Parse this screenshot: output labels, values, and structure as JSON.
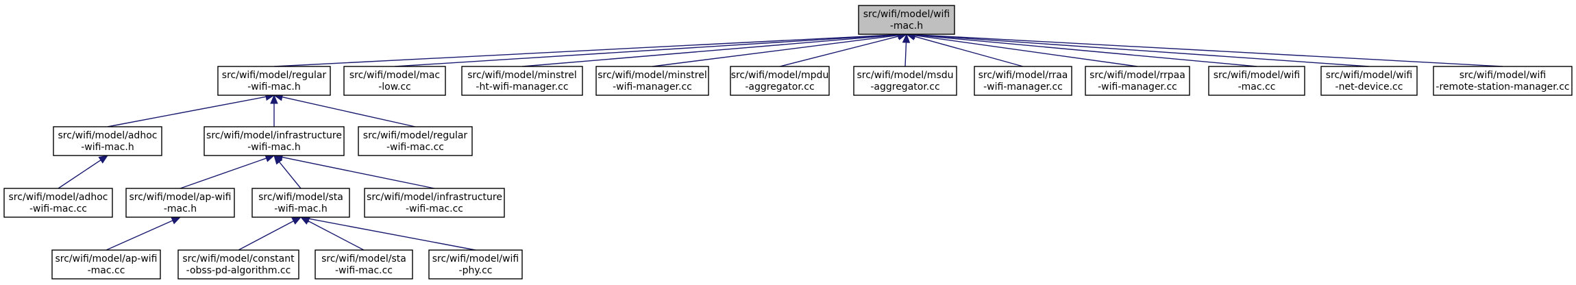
{
  "colors": {
    "edge": "#191970",
    "root_fill": "#bfbfbf",
    "node_fill": "#ffffff",
    "border": "#000000"
  },
  "nodes": [
    {
      "id": "wifi-mac-h",
      "lines": [
        "src/wifi/model/wifi",
        "-mac.h"
      ],
      "root": true
    },
    {
      "id": "regular-wifi-mac-h",
      "lines": [
        "src/wifi/model/regular",
        "-wifi-mac.h"
      ]
    },
    {
      "id": "mac-low-cc",
      "lines": [
        "src/wifi/model/mac",
        "-low.cc"
      ]
    },
    {
      "id": "minstrel-ht-wifi-manager-cc",
      "lines": [
        "src/wifi/model/minstrel",
        "-ht-wifi-manager.cc"
      ]
    },
    {
      "id": "minstrel-wifi-manager-cc",
      "lines": [
        "src/wifi/model/minstrel",
        "-wifi-manager.cc"
      ]
    },
    {
      "id": "mpdu-aggregator-cc",
      "lines": [
        "src/wifi/model/mpdu",
        "-aggregator.cc"
      ]
    },
    {
      "id": "msdu-aggregator-cc",
      "lines": [
        "src/wifi/model/msdu",
        "-aggregator.cc"
      ]
    },
    {
      "id": "rraa-wifi-manager-cc",
      "lines": [
        "src/wifi/model/rraa",
        "-wifi-manager.cc"
      ]
    },
    {
      "id": "rrpaa-wifi-manager-cc",
      "lines": [
        "src/wifi/model/rrpaa",
        "-wifi-manager.cc"
      ]
    },
    {
      "id": "wifi-mac-cc",
      "lines": [
        "src/wifi/model/wifi",
        "-mac.cc"
      ]
    },
    {
      "id": "wifi-net-device-cc",
      "lines": [
        "src/wifi/model/wifi",
        "-net-device.cc"
      ]
    },
    {
      "id": "wifi-remote-station-manager-cc",
      "lines": [
        "src/wifi/model/wifi",
        "-remote-station-manager.cc"
      ]
    },
    {
      "id": "adhoc-wifi-mac-h",
      "lines": [
        "src/wifi/model/adhoc",
        "-wifi-mac.h"
      ]
    },
    {
      "id": "infrastructure-wifi-mac-h",
      "lines": [
        "src/wifi/model/infrastructure",
        "-wifi-mac.h"
      ]
    },
    {
      "id": "regular-wifi-mac-cc",
      "lines": [
        "src/wifi/model/regular",
        "-wifi-mac.cc"
      ]
    },
    {
      "id": "adhoc-wifi-mac-cc",
      "lines": [
        "src/wifi/model/adhoc",
        "-wifi-mac.cc"
      ]
    },
    {
      "id": "ap-wifi-mac-h",
      "lines": [
        "src/wifi/model/ap-wifi",
        "-mac.h"
      ]
    },
    {
      "id": "sta-wifi-mac-h",
      "lines": [
        "src/wifi/model/sta",
        "-wifi-mac.h"
      ]
    },
    {
      "id": "infrastructure-wifi-mac-cc",
      "lines": [
        "src/wifi/model/infrastructure",
        "-wifi-mac.cc"
      ]
    },
    {
      "id": "ap-wifi-mac-cc",
      "lines": [
        "src/wifi/model/ap-wifi",
        "-mac.cc"
      ]
    },
    {
      "id": "constant-obss-pd-algorithm-cc",
      "lines": [
        "src/wifi/model/constant",
        "-obss-pd-algorithm.cc"
      ]
    },
    {
      "id": "sta-wifi-mac-cc",
      "lines": [
        "src/wifi/model/sta",
        "-wifi-mac.cc"
      ]
    },
    {
      "id": "wifi-phy-cc",
      "lines": [
        "src/wifi/model/wifi",
        "-phy.cc"
      ]
    }
  ],
  "edges": [
    {
      "from": "regular-wifi-mac-h",
      "to": "wifi-mac-h"
    },
    {
      "from": "mac-low-cc",
      "to": "wifi-mac-h"
    },
    {
      "from": "minstrel-ht-wifi-manager-cc",
      "to": "wifi-mac-h"
    },
    {
      "from": "minstrel-wifi-manager-cc",
      "to": "wifi-mac-h"
    },
    {
      "from": "mpdu-aggregator-cc",
      "to": "wifi-mac-h"
    },
    {
      "from": "msdu-aggregator-cc",
      "to": "wifi-mac-h"
    },
    {
      "from": "rraa-wifi-manager-cc",
      "to": "wifi-mac-h"
    },
    {
      "from": "rrpaa-wifi-manager-cc",
      "to": "wifi-mac-h"
    },
    {
      "from": "wifi-mac-cc",
      "to": "wifi-mac-h"
    },
    {
      "from": "wifi-net-device-cc",
      "to": "wifi-mac-h"
    },
    {
      "from": "wifi-remote-station-manager-cc",
      "to": "wifi-mac-h"
    },
    {
      "from": "adhoc-wifi-mac-h",
      "to": "regular-wifi-mac-h"
    },
    {
      "from": "infrastructure-wifi-mac-h",
      "to": "regular-wifi-mac-h"
    },
    {
      "from": "regular-wifi-mac-cc",
      "to": "regular-wifi-mac-h"
    },
    {
      "from": "adhoc-wifi-mac-cc",
      "to": "adhoc-wifi-mac-h"
    },
    {
      "from": "ap-wifi-mac-h",
      "to": "infrastructure-wifi-mac-h"
    },
    {
      "from": "sta-wifi-mac-h",
      "to": "infrastructure-wifi-mac-h"
    },
    {
      "from": "infrastructure-wifi-mac-cc",
      "to": "infrastructure-wifi-mac-h"
    },
    {
      "from": "ap-wifi-mac-cc",
      "to": "ap-wifi-mac-h"
    },
    {
      "from": "constant-obss-pd-algorithm-cc",
      "to": "sta-wifi-mac-h"
    },
    {
      "from": "sta-wifi-mac-cc",
      "to": "sta-wifi-mac-h"
    },
    {
      "from": "wifi-phy-cc",
      "to": "sta-wifi-mac-h"
    }
  ]
}
